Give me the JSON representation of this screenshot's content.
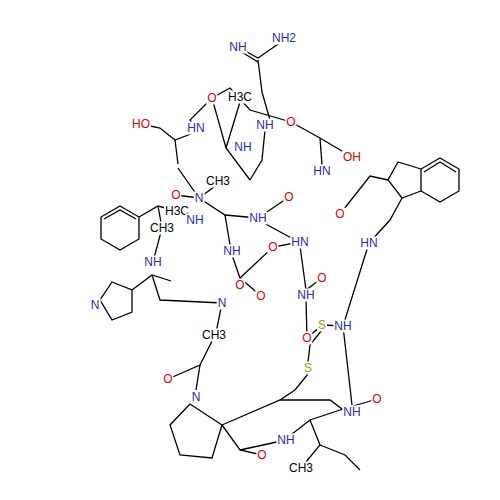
{
  "diagram": {
    "labels": [
      "NH",
      "NH2",
      "NH",
      "HO",
      "H3C",
      "O",
      "HN",
      "NH",
      "O",
      "OH",
      "CH3",
      "N",
      "O",
      "O",
      "HN",
      "HN",
      "O",
      "NH",
      "NH",
      "HN",
      "H3C",
      "NH",
      "CH3",
      "NH",
      "O",
      "O",
      "NH",
      "N",
      "N",
      "O",
      "O",
      "S",
      "S",
      "NH",
      "CH3",
      "O",
      "N",
      "O",
      "NH",
      "O",
      "NH",
      "O",
      "CH3"
    ]
  }
}
